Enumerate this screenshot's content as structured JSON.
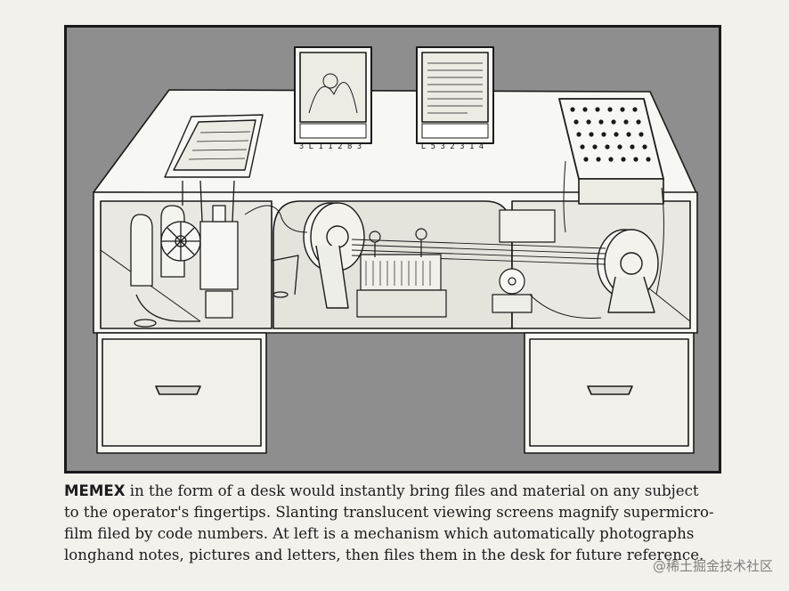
{
  "caption": {
    "headword": "MEMEX",
    "line1_rest": " in the form of a desk would instantly bring files and material on any subject",
    "line2": "to the operator's fingertips. Slanting translucent viewing screens magnify supermicro-",
    "line3": "film filed by code numbers. At left is a mechanism which automatically photographs",
    "line4": "longhand notes, pictures and letters, then files them in the desk for future reference."
  },
  "screens": {
    "left_code": "3 L 1 1 2 8 3",
    "right_code": "L 5 3 2 3 1 4"
  },
  "watermark": "@稀土掘金技术社区",
  "colors": {
    "background": "#8e8e8e",
    "paper": "#f3f1ec",
    "desk": "#f7f7f3",
    "ink": "#1a1a1a"
  }
}
